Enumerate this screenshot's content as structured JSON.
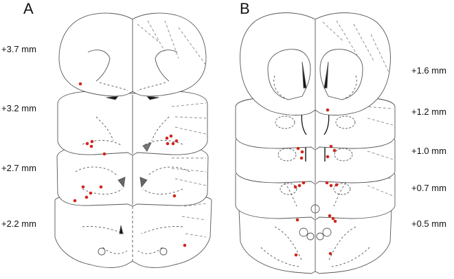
{
  "panels": [
    {
      "letter": "A",
      "levels": [
        "+3.7 mm",
        "+3.2 mm",
        "+2.7 mm",
        "+2.2 mm"
      ]
    },
    {
      "letter": "B",
      "levels": [
        "+1.6 mm",
        "+1.2 mm",
        "+1.0 mm",
        "+0.7 mm",
        "+0.5 mm"
      ]
    }
  ],
  "colors": {
    "outline": "#555555",
    "dashed": "#888888",
    "marker": "#d0261d",
    "ventricle": "#111111"
  }
}
